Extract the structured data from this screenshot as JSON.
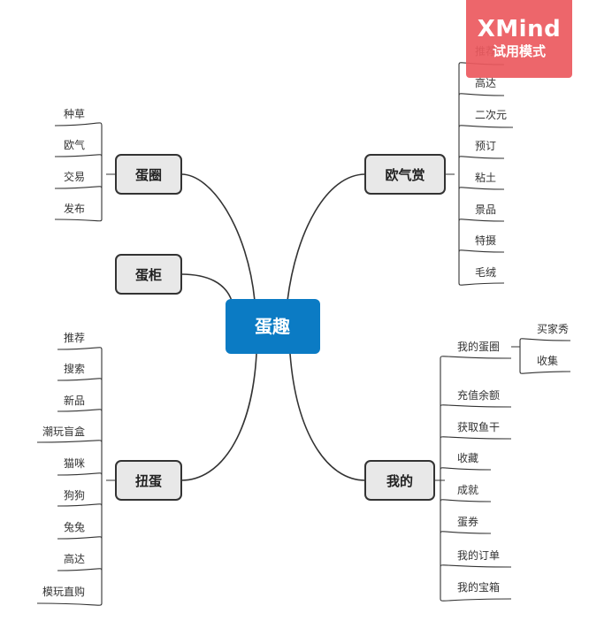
{
  "root": "蛋趣",
  "watermark": {
    "title": "XMind",
    "subtitle": "试用模式"
  },
  "branches": {
    "danquan": {
      "label": "蛋圈",
      "children": [
        "种草",
        "欧气",
        "交易",
        "发布"
      ]
    },
    "dangui": {
      "label": "蛋柜"
    },
    "niudan": {
      "label": "扭蛋",
      "children": [
        "推荐",
        "搜索",
        "新品",
        "潮玩盲盒",
        "猫咪",
        "狗狗",
        "兔兔",
        "高达",
        "模玩直购"
      ]
    },
    "ouqishang": {
      "label": "欧气赏",
      "children": [
        "推荐",
        "高达",
        "二次元",
        "预订",
        "粘土",
        "景品",
        "特摄",
        "毛绒"
      ]
    },
    "wode": {
      "label": "我的",
      "children": [
        "我的蛋圈",
        "充值余额",
        "获取鱼干",
        "收藏",
        "成就",
        "蛋券",
        "我的订单",
        "我的宝箱"
      ],
      "sub": [
        "买家秀",
        "收集"
      ]
    }
  }
}
